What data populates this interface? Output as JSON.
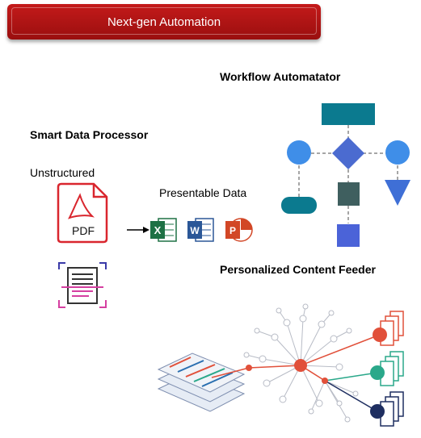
{
  "banner": {
    "title": "Next-gen Automation"
  },
  "sections": {
    "workflow": "Workflow Automatator",
    "smart": "Smart Data Processor",
    "personalized": "Personalized Content Feeder"
  },
  "labels": {
    "unstructured": "Unstructured",
    "presentable": "Presentable Data",
    "pdf": "PDF"
  },
  "colors": {
    "banner": "#b31414",
    "flow_dark": "#0b7a8f",
    "flow_blue": "#3f6fd6",
    "flow_gray": "#3f5f5f",
    "node_red": "#e1503a",
    "node_green": "#2aa88a",
    "node_navy": "#1e2e60"
  }
}
